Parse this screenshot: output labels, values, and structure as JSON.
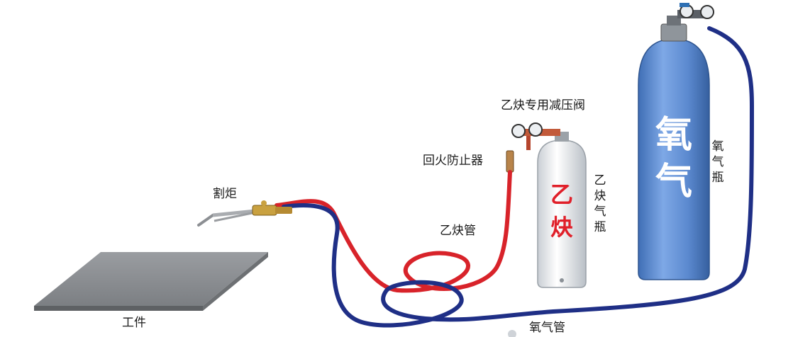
{
  "labels": {
    "workpiece": "工件",
    "torch": "割炬",
    "flashback_arrestor": "回火防止器",
    "acetylene_regulator": "乙炔专用减压阀",
    "acetylene_hose": "乙炔管",
    "oxygen_hose": "氧气管",
    "acetylene_cylinder": [
      "乙",
      "炔",
      "气",
      "瓶"
    ],
    "oxygen_cylinder": [
      "氧",
      "气",
      "瓶"
    ]
  },
  "cylinder_marks": {
    "acetylene": [
      "乙",
      "炔"
    ],
    "oxygen": [
      "氧",
      "气"
    ]
  },
  "colors": {
    "acetylene_hose": "#d8232a",
    "oxygen_hose": "#1f2f86",
    "acetylene_cylinder": "#eef1f4",
    "acetylene_mark": "#e0202a",
    "oxygen_cylinder": "#5f8fd6",
    "oxygen_mark": "#ffffff",
    "workpiece": "#8a8d91"
  }
}
